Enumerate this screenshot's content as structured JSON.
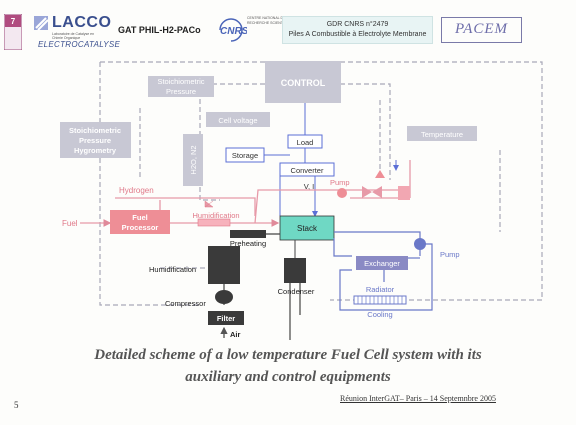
{
  "header": {
    "lacco_title": "LACCO",
    "lacco_subtitle": "Laboratoire de Catalyse en Chimie Organique",
    "lacco_tagline": "ELECTROCATALYSE",
    "gat_label": "GAT PHIL-H2-PACo",
    "cnrs_logo_text": "CNRS",
    "cnrs_subtitle": "CENTRE NATIONAL DE LA RECHERCHE SCIENTIFIQUE",
    "gdr_line1": "GDR CNRS n°2479",
    "gdr_line2": "Piles A Combustible à Electrolyte Membrane",
    "pacem_label": "PACEM"
  },
  "diagram": {
    "control": "CONTROL",
    "stoichiometric_pressure": [
      "Stoichiometric",
      "Pressure"
    ],
    "stoich_pressure_hygrometry": [
      "Stoichiometric",
      "Pressure",
      "Hygrometry"
    ],
    "cell_voltage": "Cell voltage",
    "h2o_n2": "H2O, N2",
    "load": "Load",
    "storage": "Storage",
    "converter": "Converter",
    "v_i": "V, I",
    "temperature": "Temperature",
    "hydrogen": "Hydrogen",
    "fuel": "Fuel",
    "fuel_processor": [
      "Fuel",
      "Processor"
    ],
    "humidification_top": "Humidification",
    "pump_top": "Pump",
    "stack": "Stack",
    "preheating": "Preheating",
    "humidification_left": "Humidification",
    "exchanger": "Exchanger",
    "pump_right": "Pump",
    "condenser": "Condenser",
    "radiator": "Radiator",
    "cooling": "Cooling",
    "compressor": "Compressor",
    "filter": "Filter",
    "air": "Air"
  },
  "title": {
    "line1": "Detailed scheme of a low temperature Fuel Cell system with its",
    "line2": "auxiliary and control  equipments"
  },
  "footer": {
    "page_number": "5",
    "reference": "Réunion InterGAT– Paris – 14 Septemnbre 2005"
  },
  "colors": {
    "control_blocks": "#c8c8d4",
    "hydrogen_line": "#e79aa8",
    "fuel_processor": "#ee8e96",
    "stack": "#6fd8c4",
    "exchanger": "#8a8ac4",
    "radiator_blue": "#6a78c8",
    "cable_blue": "#5b6fd6",
    "dark_equipment": "#3a3a3a"
  }
}
